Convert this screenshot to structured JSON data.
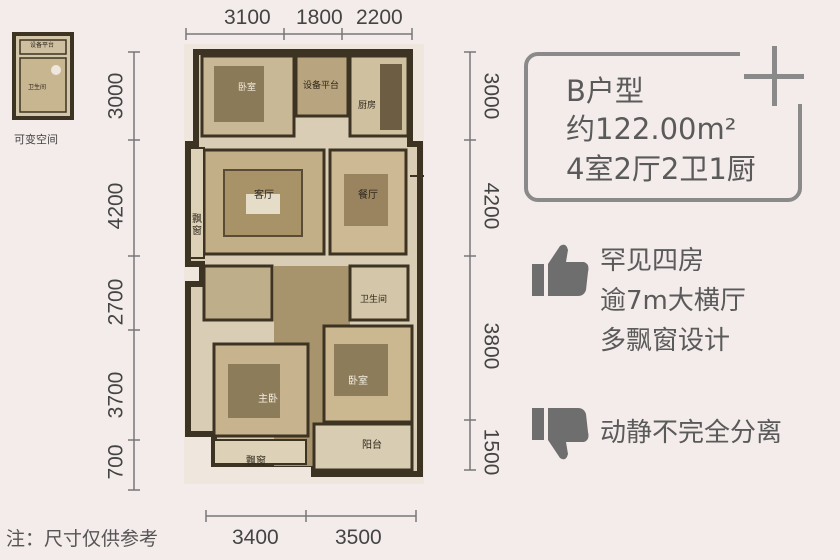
{
  "plan": {
    "top_dims": [
      "3100",
      "1800",
      "2200"
    ],
    "bottom_dims": [
      "3400",
      "3500"
    ],
    "left_dims": [
      "3000",
      "4200",
      "2700",
      "3700",
      "700"
    ],
    "right_dims": [
      "3000",
      "4200",
      "3800",
      "1500"
    ],
    "rooms": {
      "bedroom_top": "卧室",
      "equipment_platform": "设备平台",
      "kitchen": "厨房",
      "living_room": "客厅",
      "dining_room": "餐厅",
      "bay_window_left": "飘窗",
      "bathroom": "卫生间",
      "master_bedroom": "主卧",
      "bedroom_right": "卧室",
      "balcony": "阳台",
      "bay_window_bottom": "飘窗"
    }
  },
  "variable_space": {
    "label": "可变空间",
    "rooms": [
      "设备平台",
      "卫生间"
    ]
  },
  "info": {
    "type_name": "B户型",
    "area": "约122.00m²",
    "layout": "4室2厅2卫1厨"
  },
  "pros": [
    "罕见四房",
    "逾7m大横厅",
    "多飘窗设计"
  ],
  "cons": [
    "动静不完全分离"
  ],
  "note": "注：尺寸仅供参考",
  "colors": {
    "background": "#f3ecea",
    "accent_gray": "#8a8a8a",
    "plan_sepia": "#8c7a5a"
  }
}
